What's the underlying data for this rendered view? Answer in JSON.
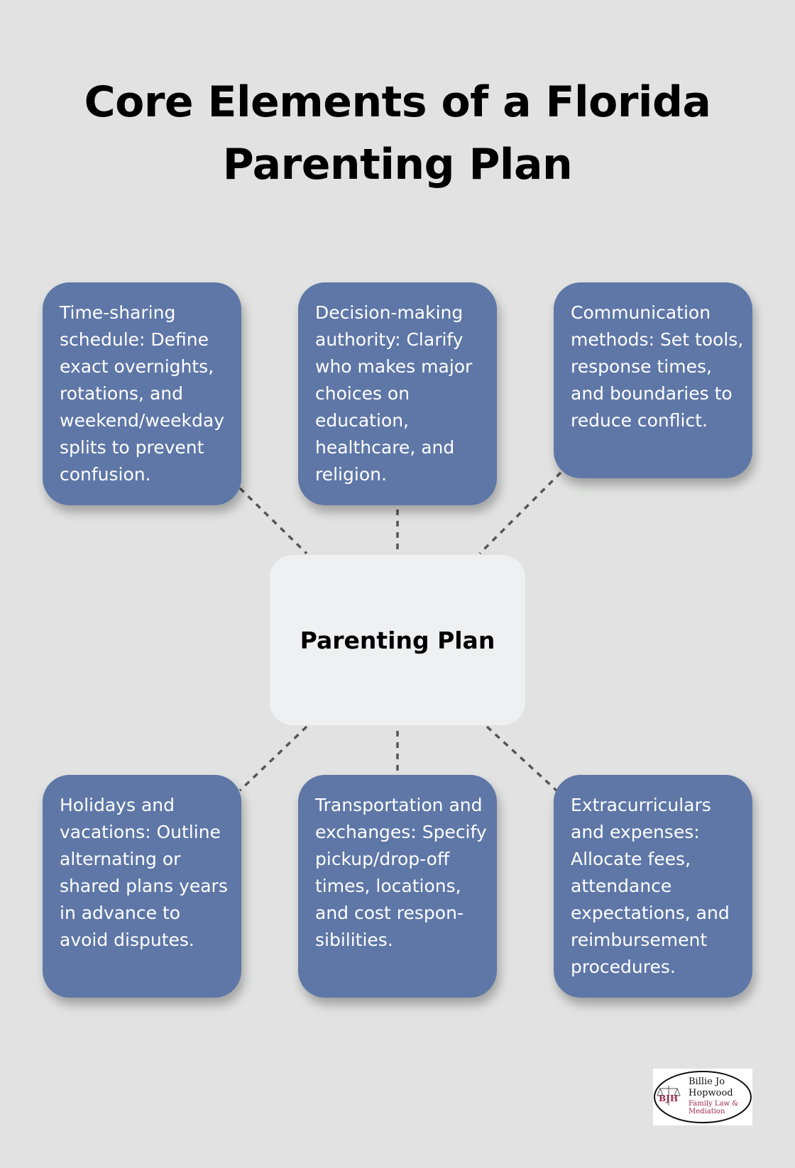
{
  "title": "Core Elements of a Florida Parenting Plan",
  "center": {
    "label": "Parenting Plan"
  },
  "nodes": [
    {
      "text": "Time-sharing schedule: Define exact overnights, rotations, and weekend/weekday splits to prevent confusion."
    },
    {
      "text": "Decision-making authority: Clarify who makes major choices on education, healthcare, and religion."
    },
    {
      "text": "Communication methods: Set tools, response times, and boundaries to reduce conflict."
    },
    {
      "text": "Holidays and vacations: Outline alternating or shared plans years in advance to avoid disputes."
    },
    {
      "text": "Transportation and exchanges: Specify pickup/drop-off times, locations, and cost respon-sibilities."
    },
    {
      "text": "Extracurriculars and expenses: Allocate fees, attendance expectations, and reimbursement procedures."
    }
  ],
  "logo": {
    "line1": "Billie Jo",
    "line2": "Hopwood",
    "line3": "Family Law &",
    "line4": "Mediation",
    "monogram": "BJH"
  },
  "colors": {
    "background": "#e1e2e1",
    "card": "#5e77a7",
    "center_box": "#eff0f1",
    "connector": "#555555",
    "logo_accent": "#9b2a4a"
  }
}
